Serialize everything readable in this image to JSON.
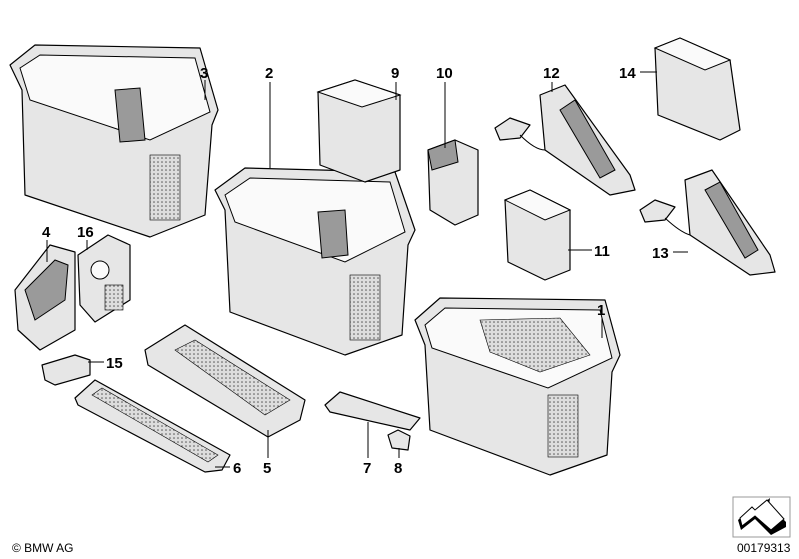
{
  "diagram": {
    "part_labels": [
      "1",
      "2",
      "3",
      "4",
      "5",
      "6",
      "7",
      "8",
      "9",
      "10",
      "11",
      "12",
      "13",
      "14",
      "15",
      "16"
    ],
    "copyright": "© BMW AG",
    "document_id": "00179313",
    "orientation_icon": "arrow-up-left-icon"
  }
}
